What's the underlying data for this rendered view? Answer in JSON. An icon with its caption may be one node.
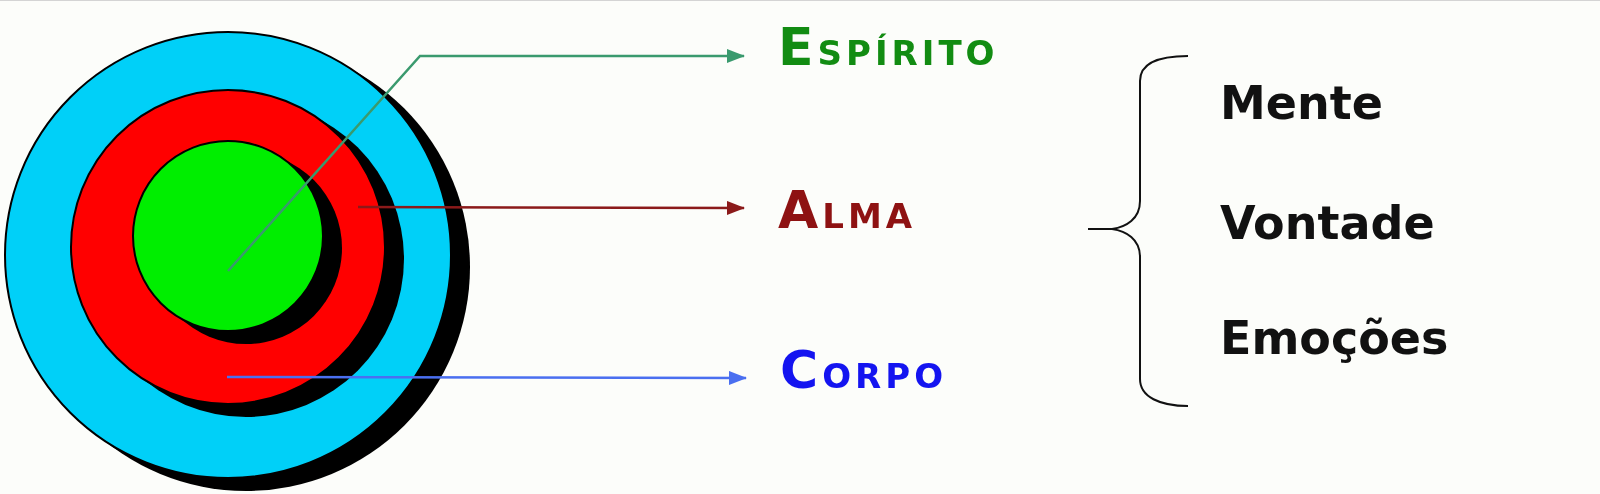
{
  "diagram": {
    "nodes": [
      {
        "text": [],
        "shape": "circle"
      },
      {
        "text": [],
        "shape": "circle",
        "in": 0
      },
      {
        "text": [],
        "shape": "circle",
        "in": 1
      },
      {
        "text": [
          "ESPÍRITO"
        ]
      },
      {
        "text": [
          "ALMA"
        ]
      },
      {
        "text": [
          "CORPO"
        ]
      }
    ],
    "edges": [
      {
        "from": 2,
        "to": 3,
        "arrow": "to",
        "color": "#3a9a6e"
      },
      {
        "from": 1,
        "to": 4,
        "arrow": "to",
        "color": "#8b1a1a"
      },
      {
        "from": 0,
        "to": 5,
        "arrow": "to",
        "color": "#4a6ff0"
      }
    ],
    "labels": [
      "Mente",
      "Vontade",
      "Emoções"
    ]
  }
}
